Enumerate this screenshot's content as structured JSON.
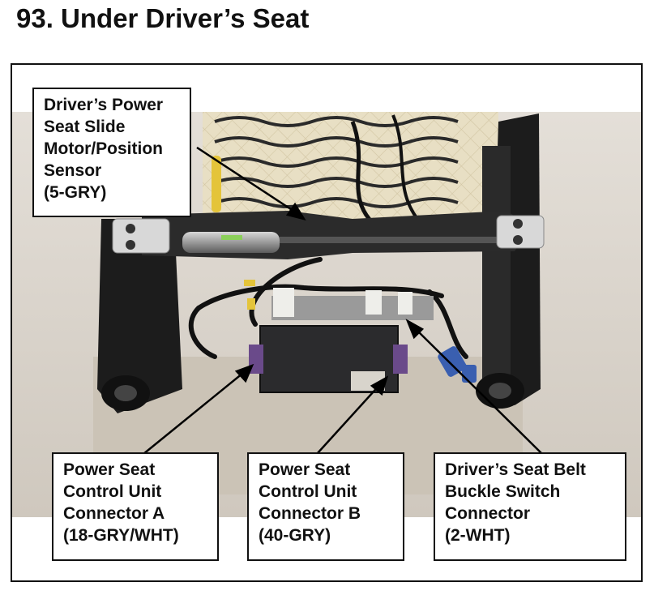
{
  "page": {
    "title": "93.  Under Driver’s Seat"
  },
  "callouts": [
    {
      "id": "slide-motor",
      "lines": [
        "Driver’s Power",
        "Seat Slide",
        "Motor/Position",
        "Sensor",
        "(5-GRY)"
      ]
    },
    {
      "id": "connector-a",
      "lines": [
        "Power Seat",
        "Control Unit",
        "Connector A",
        "(18-GRY/WHT)"
      ]
    },
    {
      "id": "connector-b",
      "lines": [
        "Power Seat",
        "Control Unit",
        "Connector B",
        "(40-GRY)"
      ]
    },
    {
      "id": "belt-buckle",
      "lines": [
        "Driver’s Seat Belt",
        "Buckle Switch",
        "Connector",
        "(2-WHT)"
      ]
    }
  ],
  "colors": {
    "background_wall": "#ddd7cf",
    "seat_frame": "#1c1c1c",
    "foam_pad": "#e6dcc0",
    "control_unit": "#2b2b2d",
    "carpet": "#cfc8bd",
    "connector_blue": "#3a5fb0",
    "leader_line": "#000000"
  }
}
